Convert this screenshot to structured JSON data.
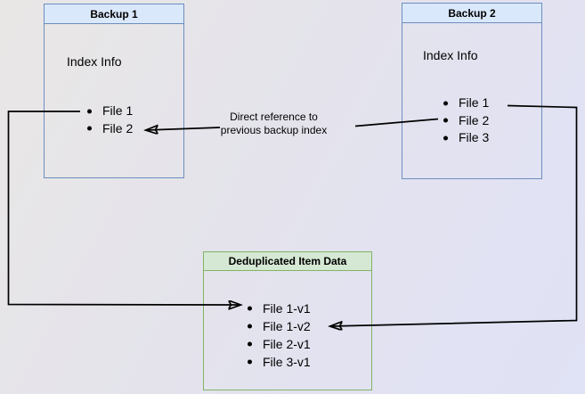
{
  "diagram": {
    "backup1": {
      "title": "Backup 1",
      "subtitle": "Index Info",
      "files": [
        "File 1",
        "File 2"
      ]
    },
    "backup2": {
      "title": "Backup 2",
      "subtitle": "Index Info",
      "files": [
        "File 1",
        "File 2",
        "File 3"
      ]
    },
    "dedup": {
      "title": "Deduplicated Item Data",
      "files": [
        "File 1-v1",
        "File 1-v2",
        "File 2-v1",
        "File 3-v1"
      ]
    },
    "edge_label": "Direct reference to\nprevious backup index",
    "colors": {
      "backup_header_fill": "#dae8fc",
      "backup_border": "#6c8ebf",
      "dedup_header_fill": "#d5e8d4",
      "dedup_border": "#82b366",
      "arrow": "#000000",
      "text": "#000000"
    }
  }
}
